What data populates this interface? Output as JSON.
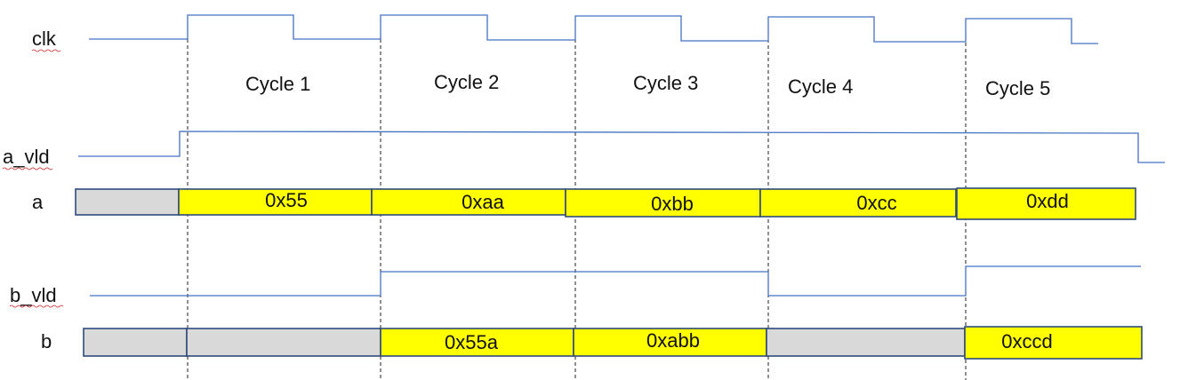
{
  "signals": {
    "clk": "clk",
    "a_vld": "a_vld",
    "a": "a",
    "b_vld": "b_vld",
    "b": "b"
  },
  "cycles": [
    "Cycle 1",
    "Cycle 2",
    "Cycle 3",
    "Cycle 4",
    "Cycle 5"
  ],
  "bus_a": {
    "values": [
      "",
      "0x55",
      "0xaa",
      "0xbb",
      "0xcc",
      "0xdd"
    ]
  },
  "bus_b": {
    "values": [
      "",
      "",
      "0x55a",
      "0xabb",
      "",
      "0xccd"
    ]
  },
  "colors": {
    "wave": "#4472c4",
    "box_border": "#2f4a7a",
    "active_fill": "#ffff00",
    "idle_fill": "#d9d9d9",
    "edge_line": "#222222"
  }
}
